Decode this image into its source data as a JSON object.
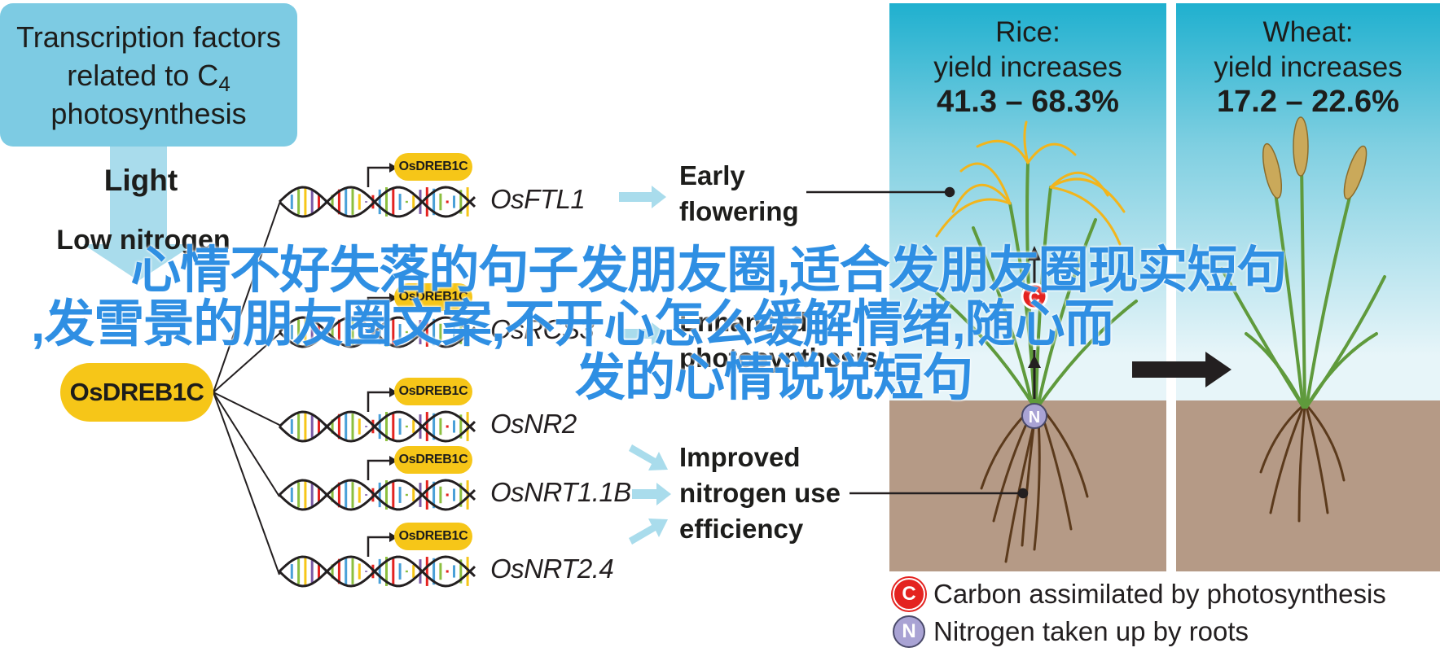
{
  "header_box": {
    "line1": "Transcription factors",
    "line2a": "related to C",
    "line2_sub": "4",
    "line3": "photosynthesis"
  },
  "conditions": [
    "Light",
    "Low nitrogen"
  ],
  "hub_gene": "OsDREB1C",
  "targets": [
    {
      "promoter": "OsDREB1C",
      "gene": "OsFTL1"
    },
    {
      "promoter": "OsDREB1C",
      "gene": "OsRCS3"
    },
    {
      "promoter": "OsDREB1C",
      "gene": "OsNR2"
    },
    {
      "promoter": "OsDREB1C",
      "gene": "OsNRT1.1B"
    },
    {
      "promoter": "OsDREB1C",
      "gene": "OsNRT2.4"
    }
  ],
  "effects": {
    "flowering": [
      "Early",
      "flowering"
    ],
    "photosynthesis": [
      "Enhanced",
      "photosynthesis"
    ],
    "nitrogen": [
      "Improved",
      "nitrogen use",
      "efficiency"
    ]
  },
  "panels": [
    {
      "crop": "Rice:",
      "label": "yield increases",
      "range": "41.3 – 68.3%"
    },
    {
      "crop": "Wheat:",
      "label": "yield increases",
      "range": "17.2 – 22.6%"
    }
  ],
  "legend": [
    {
      "symbol": "C",
      "text": "Carbon assimilated by photosynthesis"
    },
    {
      "symbol": "N",
      "text": "Nitrogen taken up by roots"
    }
  ],
  "overlay_text": [
    "心情不好失落的句子发朋友圈,适合发朋友圈现实短句",
    ",发雪景的朋友圈文案,不开心怎么缓解情绪,随心而",
    "发的心情说说短句"
  ],
  "colors": {
    "box_blue": "#7dcbe3",
    "arrow_blue": "#a9dcec",
    "hub_yellow": "#f6c618",
    "sky_top": "#1fb0cf",
    "soil": "#b59a86",
    "overlay_blue": "#2f8fe3",
    "carbon_red": "#e42320",
    "nitrogen_purple": "#a9a3d4"
  }
}
